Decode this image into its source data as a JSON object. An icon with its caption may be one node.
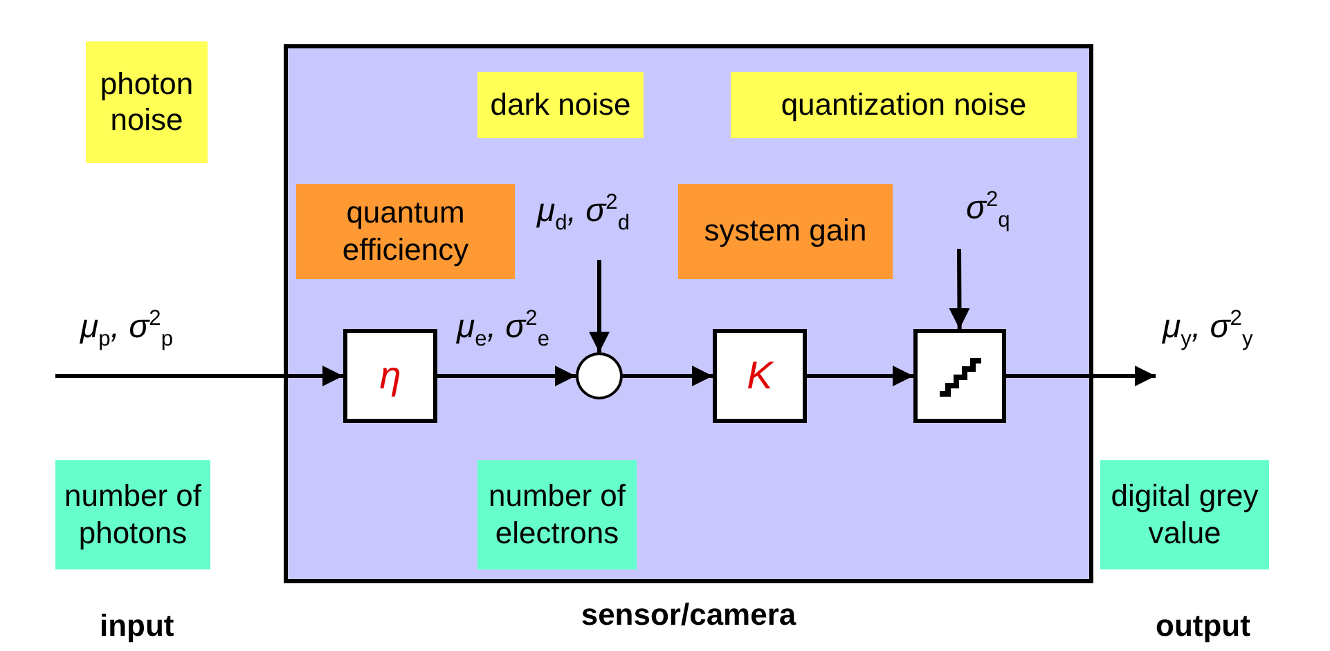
{
  "diagram": {
    "nodes": [
      {
        "text": [
          "photon noise"
        ]
      },
      {
        "text": [
          "sensor/camera"
        ]
      },
      {
        "text": [
          "dark noise"
        ],
        "in": 1
      },
      {
        "text": [
          "quantization noise"
        ],
        "in": 1
      },
      {
        "text": [
          "quantum efficiency"
        ],
        "in": 1
      },
      {
        "text": [
          "system gain"
        ],
        "in": 1
      },
      {
        "text": [
          "η"
        ],
        "in": 1
      },
      {
        "text": [],
        "shape": "circle",
        "in": 1
      },
      {
        "text": [
          "K"
        ],
        "in": 1
      },
      {
        "text": [],
        "shape": "box",
        "in": 1
      },
      {
        "text": [
          "number of photons"
        ]
      },
      {
        "text": [
          "number of electrons"
        ],
        "in": 1
      },
      {
        "text": [
          "digital grey value"
        ]
      }
    ],
    "edges": [
      {
        "from": null,
        "to": 6,
        "arrow": "to",
        "label": "μ$_{p}$, σ$^{2}$$_{p}$"
      },
      {
        "from": 6,
        "to": 7,
        "arrow": "to",
        "label": "μ$_{e}$, σ$^{2}$$_{e}$"
      },
      {
        "from": null,
        "to": 7,
        "arrow": "to",
        "label": "μ$_{d}$, σ$^{2}$$_{d}$"
      },
      {
        "from": 7,
        "to": 8,
        "arrow": "to"
      },
      {
        "from": 8,
        "to": 9,
        "arrow": "to"
      },
      {
        "from": null,
        "to": 9,
        "arrow": "to",
        "label": "σ$^{2}$$_{q}$"
      },
      {
        "from": 9,
        "to": null,
        "arrow": "to",
        "label": "μ$_{y}$, σ$^{2}$$_{y}$"
      }
    ],
    "labels": [
      "input",
      "output"
    ]
  }
}
